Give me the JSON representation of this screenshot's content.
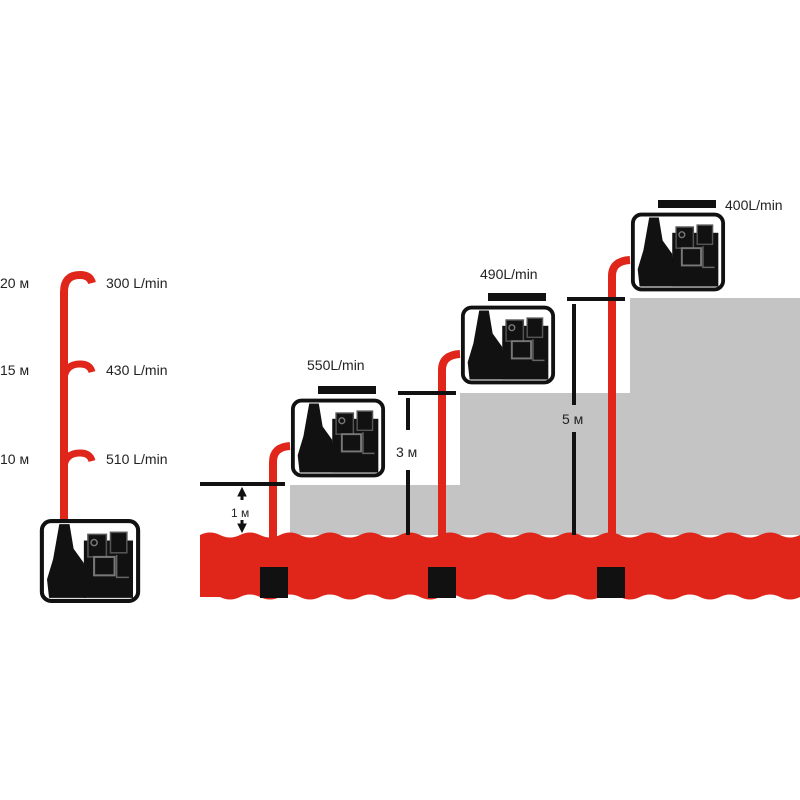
{
  "colors": {
    "water": "#e0261b",
    "hose": "#e0261b",
    "step": "#c4c4c4",
    "ink": "#111111"
  },
  "vertical_lift": [
    {
      "height": "20 м",
      "flow": "300 L/min"
    },
    {
      "height": "15 м",
      "flow": "430 L/min"
    },
    {
      "height": "10 м",
      "flow": "510 L/min"
    }
  ],
  "suction_lift": [
    {
      "height": "1 м",
      "flow": "550L/min"
    },
    {
      "height": "3 м",
      "flow": "490L/min"
    },
    {
      "height": "5 м",
      "flow": "400L/min"
    }
  ]
}
